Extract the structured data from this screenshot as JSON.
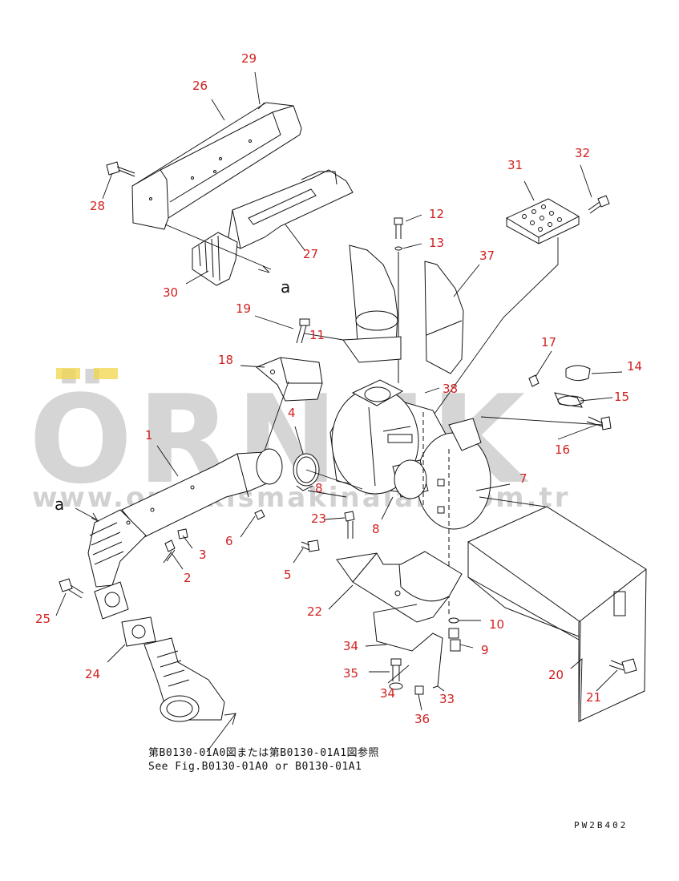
{
  "watermark": {
    "brand": "ÖRNEK",
    "url": "www.ornekismakinalari.com.tr",
    "accent_color": "#f2d64a"
  },
  "callouts": [
    "29",
    "26",
    "28",
    "30",
    "27",
    "a",
    "31",
    "32",
    "12",
    "13",
    "37",
    "19",
    "11",
    "18",
    "17",
    "14",
    "38",
    "15",
    "16",
    "4",
    "1",
    "8",
    "7",
    "a",
    "23",
    "8",
    "6",
    "5",
    "3",
    "2",
    "25",
    "22",
    "10",
    "24",
    "34",
    "9",
    "20",
    "35",
    "34",
    "33",
    "21",
    "36"
  ],
  "caption": {
    "ja": "第B0130-01A0図または第B0130-01A1図参照",
    "en": "See Fig.B0130-01A0 or B0130-01A1"
  },
  "drawing_code": "PW2B402"
}
